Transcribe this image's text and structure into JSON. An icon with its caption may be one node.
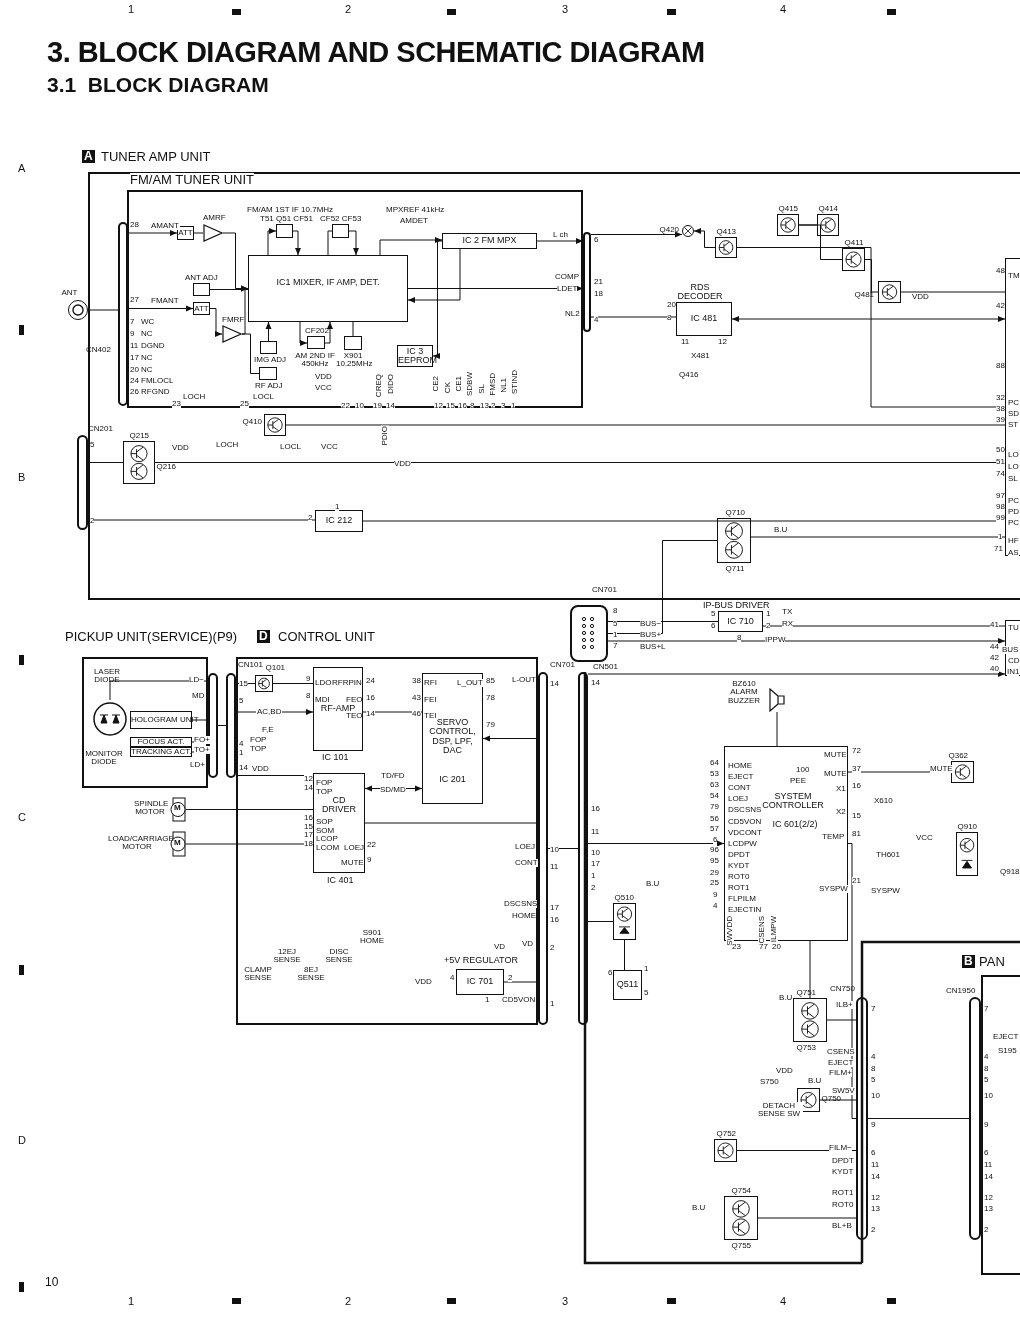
{
  "diagram": {
    "nodes": [
      {
        "text": [
          "A",
          "TUNER AMP UNIT"
        ]
      },
      {
        "text": [
          "FM/AM TUNER UNIT"
        ],
        "in": 0
      },
      {
        "text": [
          "ANT"
        ]
      },
      {
        "text": [
          "CN402"
        ],
        "in": 0
      },
      {
        "text": [
          "ATT"
        ],
        "in": 1
      },
      {
        "text": [
          "AMRF"
        ],
        "in": 1
      },
      {
        "text": [
          "ANT ADJ"
        ],
        "in": 1
      },
      {
        "text": [
          "ATT"
        ],
        "in": 1
      },
      {
        "text": [
          "FMRF"
        ],
        "in": 1
      },
      {
        "text": [
          "T51 Q51 CF51"
        ],
        "in": 1
      },
      {
        "text": [
          "CF52 CF53"
        ],
        "in": 1
      },
      {
        "text": [
          "IC1 MIXER, IF AMP, DET."
        ],
        "in": 1
      },
      {
        "text": [
          "IC 2 FM MPX"
        ],
        "in": 1
      },
      {
        "text": [
          "CF202"
        ],
        "beside": [
          "AM 2ND IF 450kHz"
        ],
        "in": 1
      },
      {
        "text": [
          "X901 10.25MHz"
        ],
        "in": 1
      },
      {
        "text": [
          "IMG ADJ"
        ],
        "in": 1
      },
      {
        "text": [
          "RF ADJ"
        ],
        "in": 1
      },
      {
        "text": [
          "IC 3 EEPROM"
        ],
        "in": 1
      },
      {
        "text": [],
        "shape": "bar",
        "in": 0
      },
      {
        "text": [
          "Q410"
        ],
        "in": 0
      },
      {
        "text": [
          "CN201"
        ]
      },
      {
        "text": [
          "Q215"
        ],
        "beside": [
          "Q216"
        ],
        "in": 0
      },
      {
        "text": [
          "IC 212"
        ],
        "in": 0
      },
      {
        "text": [
          "Q420"
        ],
        "in": 0
      },
      {
        "text": [
          "Q413"
        ],
        "in": 0
      },
      {
        "text": [
          "Q415"
        ],
        "in": 0
      },
      {
        "text": [
          "Q414"
        ],
        "in": 0
      },
      {
        "text": [
          "Q411"
        ],
        "in": 0
      },
      {
        "text": [
          "Q481"
        ],
        "in": 0
      },
      {
        "text": [
          "RDS DECODER",
          "IC 481"
        ],
        "in": 0
      },
      {
        "text": [
          "Q710"
        ],
        "beside": [
          "Q711"
        ],
        "in": 0
      },
      {
        "text": [],
        "shape": "box",
        "in": 0
      },
      {
        "text": [
          "CN701"
        ]
      },
      {
        "text": [
          "IP-BUS DRIVER",
          "IC 710"
        ]
      },
      {
        "text": [],
        "shape": "box"
      },
      {
        "text": [
          "PICKUP UNIT(SERVICE)(P9)"
        ]
      },
      {
        "text": [
          "D",
          "CONTROL UNIT"
        ]
      },
      {
        "text": [
          "LASER DIODE",
          "MONITOR DIODE"
        ],
        "in": 35
      },
      {
        "text": [
          "HOLOGRAM UNIT"
        ],
        "in": 35
      },
      {
        "text": [
          "FOCUS ACT."
        ],
        "in": 35
      },
      {
        "text": [
          "TRACKING ACT."
        ],
        "in": 35
      },
      {
        "text": [],
        "shape": "bar"
      },
      {
        "text": [
          "CN101"
        ]
      },
      {
        "text": [
          "Q101"
        ],
        "in": 36
      },
      {
        "text": [
          "RF-AMP",
          "IC 101"
        ],
        "in": 36
      },
      {
        "text": [
          "SERVO CONTROL, DSP, LPF, DAC",
          "IC 201"
        ],
        "in": 36
      },
      {
        "text": [
          "CD DRIVER",
          "IC 401"
        ],
        "in": 36
      },
      {
        "text": [
          "SPINDLE MOTOR"
        ]
      },
      {
        "text": [
          "LOAD/CARRIAGE MOTOR"
        ]
      },
      {
        "text": [
          "+5V REGULATOR",
          "IC 701"
        ],
        "in": 36
      },
      {
        "text": [
          "CN701"
        ]
      },
      {
        "text": [
          "CN501"
        ]
      },
      {
        "text": [
          "BZ610 ALARM BUZZER"
        ]
      },
      {
        "text": [
          "SYSTEM CONTROLLER",
          "IC 601(2/2)"
        ]
      },
      {
        "text": [
          "Q362"
        ]
      },
      {
        "text": [
          "Q910"
        ]
      },
      {
        "text": [
          "Q510"
        ]
      },
      {
        "text": [
          "Q511"
        ]
      },
      {
        "text": [
          "Q751"
        ],
        "beside": [
          "Q753"
        ]
      },
      {
        "text": [
          "Q750"
        ]
      },
      {
        "text": [
          "Q752"
        ]
      },
      {
        "text": [
          "Q754"
        ],
        "beside": [
          "Q755"
        ]
      },
      {
        "text": [
          "CN750"
        ]
      },
      {
        "text": [
          "B",
          "PAN"
        ]
      },
      {
        "text": [
          "CN1950"
        ]
      }
    ],
    "edges": [
      {
        "from": 2,
        "to": 3,
        "arrow": "none"
      },
      {
        "from": 3,
        "to": 4,
        "arrow": "to",
        "label": "AMANT"
      },
      {
        "from": 3,
        "to": 7,
        "arrow": "to",
        "label": "FMANT"
      },
      {
        "from": 4,
        "to": 5,
        "arrow": "none"
      },
      {
        "from": 5,
        "to": 11,
        "arrow": "to"
      },
      {
        "from": 7,
        "to": 8,
        "arrow": "to"
      },
      {
        "from": 8,
        "to": 11,
        "arrow": "to"
      },
      {
        "from": 6,
        "to": 11,
        "arrow": "none"
      },
      {
        "from": 11,
        "to": 9,
        "arrow": "to"
      },
      {
        "from": 9,
        "to": 11,
        "arrow": "to"
      },
      {
        "from": 10,
        "to": 11,
        "arrow": "to"
      },
      {
        "from": 11,
        "to": 10,
        "arrow": "none"
      },
      {
        "from": 11,
        "to": 12,
        "arrow": "to"
      },
      {
        "from": 12,
        "to": 11,
        "arrow": "to"
      },
      {
        "from": 11,
        "to": 13,
        "arrow": "to"
      },
      {
        "from": 13,
        "to": 11,
        "arrow": "to"
      },
      {
        "from": 14,
        "to": 11,
        "arrow": "none"
      },
      {
        "from": 15,
        "to": 11,
        "arrow": "to"
      },
      {
        "from": 16,
        "to": 8,
        "arrow": "none"
      },
      {
        "from": 12,
        "to": 17,
        "arrow": "to"
      },
      {
        "from": 12,
        "to": 18,
        "arrow": "to",
        "label": "L ch"
      },
      {
        "from": 11,
        "to": 18,
        "arrow": "to"
      },
      {
        "from": 18,
        "to": 23,
        "arrow": "to"
      },
      {
        "from": 24,
        "to": 23,
        "arrow": "to"
      },
      {
        "from": 25,
        "to": 26,
        "arrow": "none"
      },
      {
        "from": 25,
        "to": 27,
        "arrow": "none"
      },
      {
        "from": 27,
        "to": 28,
        "arrow": "none"
      },
      {
        "from": 28,
        "to": 31,
        "arrow": "none"
      },
      {
        "from": 24,
        "to": 31,
        "arrow": "none"
      },
      {
        "from": 18,
        "to": 29,
        "arrow": "none"
      },
      {
        "from": 29,
        "to": 31,
        "arrow": "both"
      },
      {
        "from": 20,
        "to": 21,
        "arrow": "none"
      },
      {
        "from": 21,
        "to": 31,
        "arrow": "none"
      },
      {
        "from": 20,
        "to": 22,
        "arrow": "none"
      },
      {
        "from": 22,
        "to": 31,
        "arrow": "none"
      },
      {
        "from": 19,
        "to": 31,
        "arrow": "none"
      },
      {
        "from": 30,
        "to": 31,
        "arrow": "none"
      },
      {
        "from": 32,
        "to": 30,
        "arrow": "none"
      },
      {
        "from": 32,
        "to": 33,
        "arrow": "none"
      },
      {
        "from": 33,
        "to": 34,
        "arrow": "none"
      },
      {
        "from": 32,
        "to": 34,
        "arrow": "to"
      },
      {
        "from": 51,
        "to": 34,
        "arrow": "to"
      },
      {
        "from": 37,
        "to": 41,
        "arrow": "none"
      },
      {
        "from": 38,
        "to": 41,
        "arrow": "none"
      },
      {
        "from": 39,
        "to": 41,
        "arrow": "none"
      },
      {
        "from": 40,
        "to": 41,
        "arrow": "none"
      },
      {
        "from": 41,
        "to": 42,
        "arrow": "none"
      },
      {
        "from": 42,
        "to": 43,
        "arrow": "none"
      },
      {
        "from": 43,
        "to": 44,
        "arrow": "none"
      },
      {
        "from": 42,
        "to": 44,
        "arrow": "to",
        "label": "AC,BD"
      },
      {
        "from": 42,
        "to": 46,
        "arrow": "none"
      },
      {
        "from": 44,
        "to": 45,
        "arrow": "none"
      },
      {
        "from": 46,
        "to": 45,
        "arrow": "both",
        "label": "TD/FD"
      },
      {
        "from": 50,
        "to": 45,
        "arrow": "to"
      },
      {
        "from": 45,
        "to": 50,
        "arrow": "none"
      },
      {
        "from": 46,
        "to": 50,
        "arrow": "none"
      },
      {
        "from": 47,
        "to": 46,
        "arrow": "none"
      },
      {
        "from": 48,
        "to": 46,
        "arrow": "none"
      },
      {
        "from": 49,
        "to": 50,
        "arrow": "none"
      },
      {
        "from": 50,
        "to": 51,
        "arrow": "none"
      },
      {
        "from": 51,
        "to": 53,
        "arrow": "to"
      },
      {
        "from": 52,
        "to": 53,
        "arrow": "none"
      },
      {
        "from": 53,
        "to": 54,
        "arrow": "none"
      },
      {
        "from": 51,
        "to": 56,
        "arrow": "none"
      },
      {
        "from": 56,
        "to": 57,
        "arrow": "none"
      },
      {
        "from": 53,
        "to": 58,
        "arrow": "none"
      },
      {
        "from": 58,
        "to": 62,
        "arrow": "none"
      },
      {
        "from": 59,
        "to": 62,
        "arrow": "none"
      },
      {
        "from": 60,
        "to": 62,
        "arrow": "none"
      },
      {
        "from": 61,
        "to": 62,
        "arrow": "none"
      },
      {
        "from": 53,
        "to": 62,
        "arrow": "none"
      },
      {
        "from": 62,
        "to": 64,
        "arrow": "none"
      }
    ],
    "labels": [
      "1",
      "2",
      "3",
      "4",
      "3. BLOCK DIAGRAM AND SCHEMATIC DIAGRAM",
      "3.1  BLOCK DIAGRAM",
      "A",
      "B",
      "C",
      "D",
      "FM/AM 1ST IF 10.7MHz",
      "MPXREF 41kHz",
      "AMDET",
      "28",
      "27",
      "7",
      "WC",
      "9",
      "NC",
      "11",
      "DGND",
      "17",
      "NC",
      "20",
      "NC",
      "24",
      "FMLOCL",
      "26",
      "RFGND",
      "6",
      "COMP",
      "21",
      "LDET",
      "18",
      "NL2",
      "4",
      "VDD",
      "VCC",
      "LOCH",
      "LOCL",
      "23",
      "25",
      "22",
      "10",
      "19",
      "14",
      "12",
      "15",
      "16",
      "8",
      "13",
      "2",
      "3",
      "1",
      "CREQ",
      "DIDO",
      "CE2",
      "CK",
      "CE1",
      "SDBW",
      "SL",
      "FMSD",
      "NL1",
      "STIND",
      "5",
      "VDD",
      "LOCH",
      "LOCL",
      "VCC",
      "PDIO",
      "VDD",
      "1",
      "2",
      "2",
      "X481",
      "Q416",
      "20",
      "8",
      "11",
      "12",
      "VDD",
      "48",
      "TM",
      "42",
      "88",
      "32",
      "PC",
      "38",
      "SD",
      "39",
      "ST",
      "50",
      "LO",
      "51",
      "LO",
      "74",
      "SL",
      "97",
      "PC",
      "98",
      "PD",
      "99",
      "PC",
      "1",
      "HF",
      "71",
      "AS",
      "B.U",
      "8",
      "5",
      "1",
      "7",
      "BUS−",
      "BUS+",
      "BUS+L",
      "5",
      "6",
      "1",
      "2",
      "8",
      "TX",
      "RX",
      "IPPW",
      "41",
      "TU",
      "44",
      "BUS",
      "42",
      "CD",
      "40",
      "IN1",
      "14",
      "LD−",
      "MD",
      "FO+",
      "TO+",
      "LD+",
      "15",
      "5",
      "4",
      "1",
      "14",
      "VDD",
      "F,E",
      "FOP",
      "TOP",
      "9",
      "LDO",
      "8",
      "MDI",
      "RFRPIN",
      "24",
      "FEO",
      "16",
      "TEO",
      "14",
      "38",
      "RFI",
      "43",
      "FEI",
      "46",
      "TEI",
      "L_OUT",
      "85",
      "78",
      "79",
      "12",
      "FOP",
      "14",
      "TOP",
      "SD/MD",
      "16",
      "SOP",
      "15",
      "SOM",
      "17",
      "LCOP",
      "18",
      "LCOM",
      "LOEJ",
      "22",
      "MUTE",
      "9",
      "L-OUT",
      "14",
      "LOEJ",
      "10",
      "CONT",
      "11",
      "DSCSNS",
      "17",
      "HOME",
      "16",
      "VD",
      "VD",
      "2",
      "VDD",
      "4",
      "2",
      "1",
      "CD5VON",
      "1",
      "S901 HOME",
      "CLAMP SENSE",
      "12EJ SENSE",
      "8EJ SENSE",
      "DISC SENSE",
      "M",
      "M",
      "16",
      "11",
      "10",
      "17",
      "1",
      "2",
      "B.U",
      "64",
      "HOME",
      "53",
      "EJECT",
      "63",
      "CONT",
      "54",
      "LOEJ",
      "79",
      "DSCSNS",
      "56",
      "CD5VON",
      "57",
      "VDCONT",
      "6",
      "LCDPW",
      "96",
      "DPDT",
      "95",
      "KYDT",
      "29",
      "ROT0",
      "25",
      "ROT1",
      "9",
      "FLPILM",
      "4",
      "EJECTIN",
      "SWVDD",
      "CSENS",
      "ILMPW",
      "23",
      "77",
      "20",
      "100",
      "PEE",
      "MUTE",
      "72",
      "MUTE",
      "37",
      "MUTE",
      "X1",
      "16",
      "X610",
      "X2",
      "15",
      "TEMP",
      "81",
      "TH601",
      "SYSPW",
      "21",
      "SYSPW",
      "VCC",
      "Q918",
      "6",
      "1",
      "5",
      "B.U",
      "ILB+",
      "7",
      "CSENS",
      "4",
      "EJECT",
      "8",
      "VDD",
      "FILM+",
      "S750",
      "B.U",
      "5",
      "SW5V",
      "10",
      "DETACH SENSE SW",
      "9",
      "FILM−",
      "6",
      "DPDT",
      "11",
      "KYDT",
      "14",
      "ROT1",
      "12",
      "B.U",
      "ROT0",
      "13",
      "BL+B",
      "2",
      "7",
      "4",
      "8",
      "5",
      "10",
      "9",
      "6",
      "11",
      "14",
      "12",
      "13",
      "2",
      "EJECT",
      "S195",
      "10",
      "1",
      "2",
      "3",
      "4"
    ]
  }
}
